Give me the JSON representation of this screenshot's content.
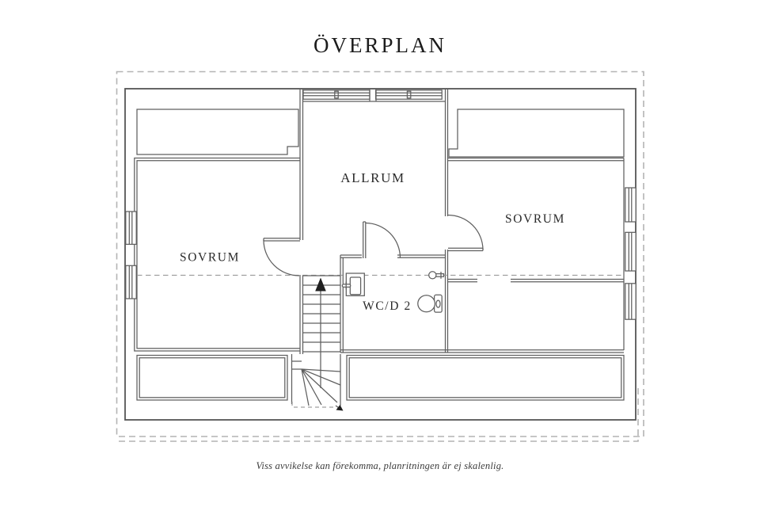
{
  "title": "ÖVERPLAN",
  "rooms": {
    "allrum": {
      "label": "ALLRUM"
    },
    "sovrum_left": {
      "label": "SOVRUM"
    },
    "sovrum_right": {
      "label": "SOVRUM"
    },
    "wc": {
      "label": "WC/D 2"
    }
  },
  "footer": {
    "disclaimer": "Viss avvikelse kan förekomma, planritningen är ej skalenlig."
  },
  "colors": {
    "bg": "#ffffff",
    "wall": "#555555",
    "wall_light": "#5f5f5f",
    "dashed_border": "#b4b4b4",
    "ceiling_dash": "#9a9a9a",
    "text": "#1c1c1c"
  }
}
